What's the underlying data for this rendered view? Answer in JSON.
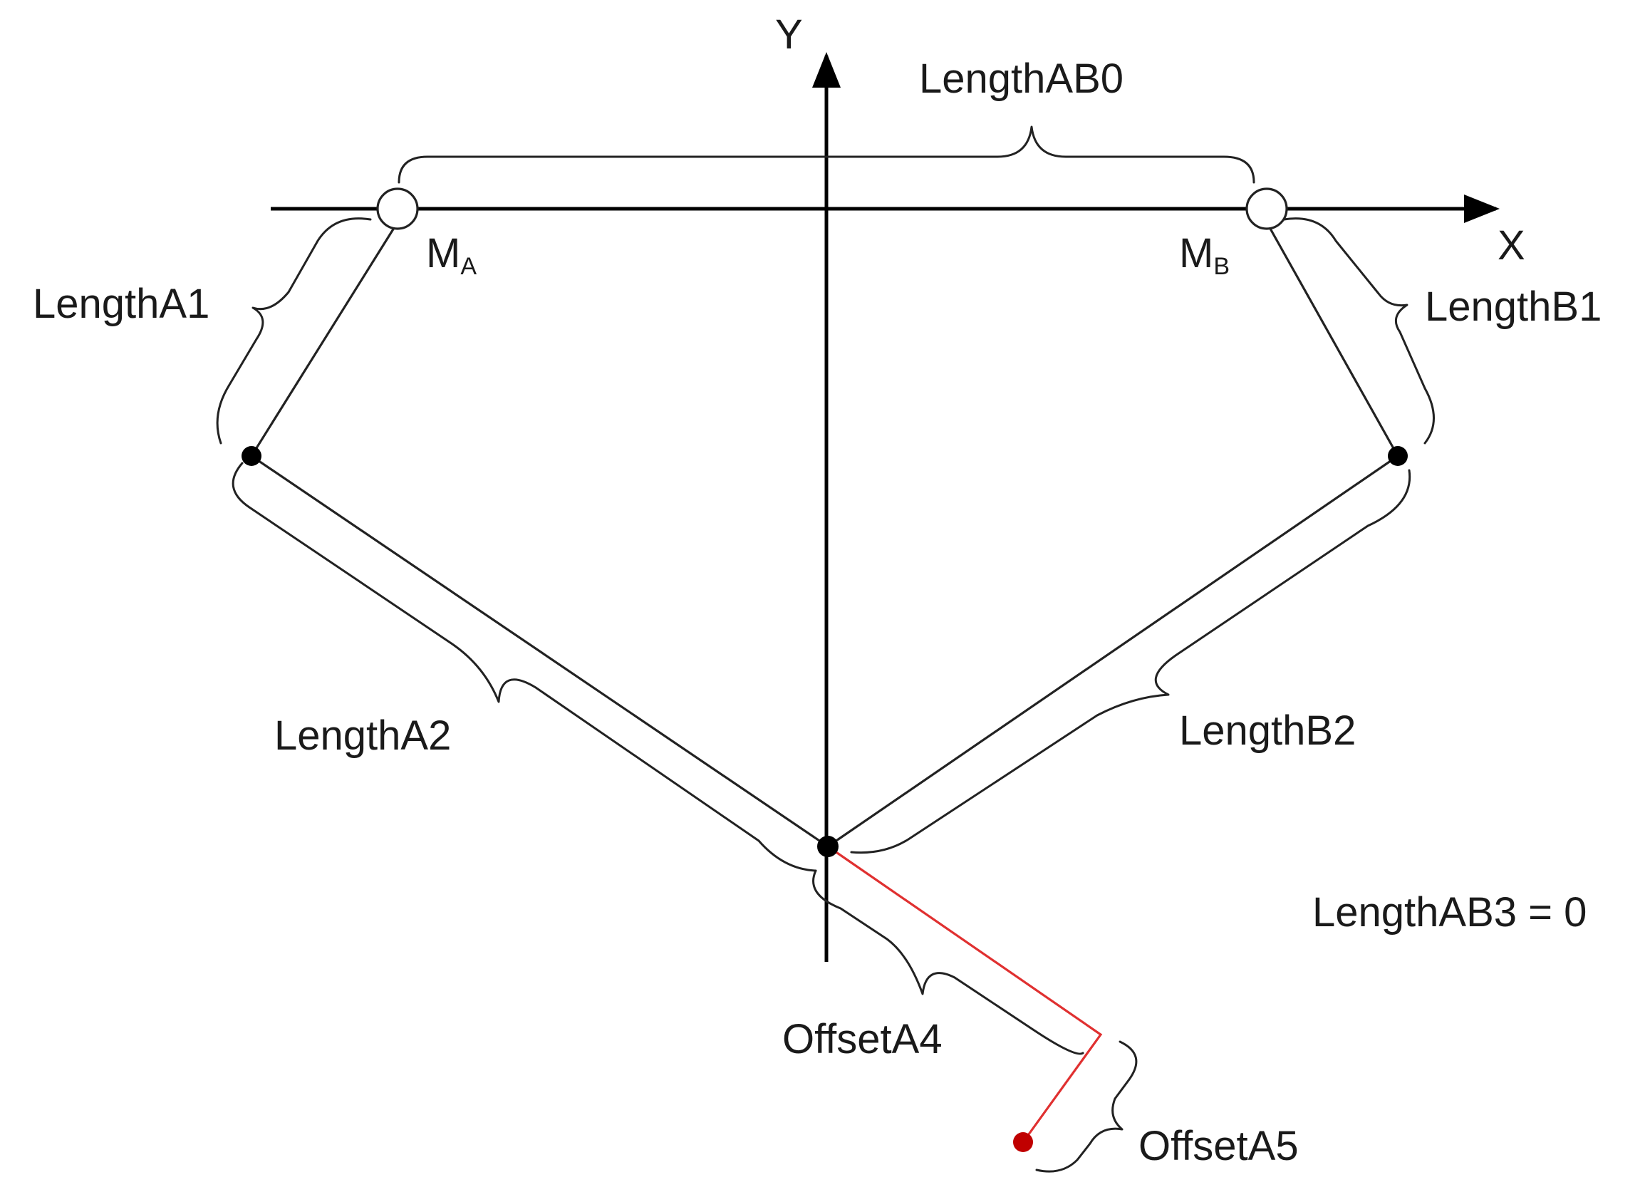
{
  "axes": {
    "x_label": "X",
    "y_label": "Y"
  },
  "motors": [
    {
      "id": "A",
      "main": "M",
      "sub": "A"
    },
    {
      "id": "B",
      "main": "M",
      "sub": "B"
    }
  ],
  "lengths": {
    "ab0": "LengthAB0",
    "a1": "LengthA1",
    "b1": "LengthB1",
    "a2": "LengthA2",
    "b2": "LengthB2",
    "ab3": "LengthAB3 = 0"
  },
  "offsets": {
    "a4": "OffsetA4",
    "a5": "OffsetA5"
  },
  "colors": {
    "offset_link": "#e03030",
    "end_point": "#c00000",
    "joint": "#000000",
    "line": "#222222"
  }
}
